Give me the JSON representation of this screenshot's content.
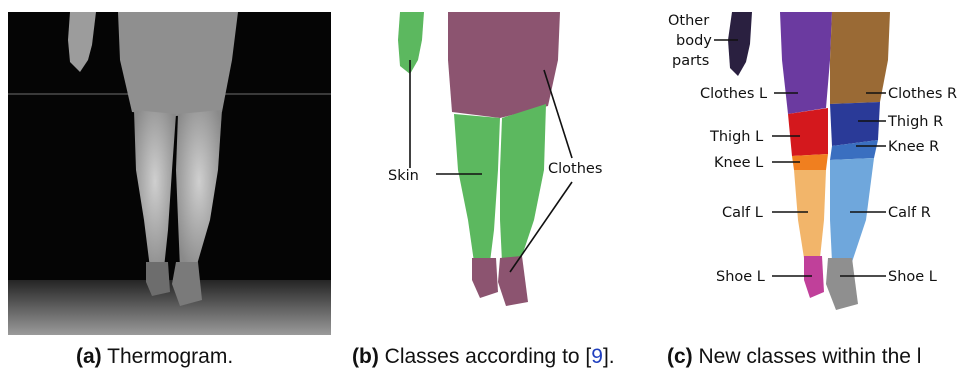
{
  "panel_b": {
    "skin": "Skin",
    "clothes": "Clothes"
  },
  "panel_c": {
    "other1": "Other",
    "other2": "body",
    "other3": "parts",
    "clothes_l": "Clothes L",
    "clothes_r": "Clothes R",
    "thigh_l": "Thigh L",
    "thigh_r": "Thigh R",
    "knee_l": "Knee L",
    "knee_r": "Knee R",
    "calf_l": "Calf L",
    "calf_r": "Calf R",
    "shoe_l_left": "Shoe L",
    "shoe_l_right": "Shoe L"
  },
  "captions": {
    "a_tag": "(a)",
    "a_text": " Thermogram.",
    "b_tag": "(b)",
    "b_text": " Classes according to [",
    "b_ref": "9",
    "b_end": "].",
    "c_tag": "(c)",
    "c_text": " New classes within the l"
  },
  "colors": {
    "skin": "#5cb85f",
    "clothes": "#8c5470",
    "other": "#2a2040",
    "clothes_l": "#6b3aa0",
    "clothes_r": "#9a6a35",
    "thigh_l": "#d4181d",
    "thigh_r": "#2a3a98",
    "knee_l": "#f07f1f",
    "knee_r": "#3a6fc0",
    "calf_l": "#f2b56a",
    "calf_r": "#6fa7dc",
    "shoe_l": "#c0409a",
    "shoe_r": "#8f8f8f"
  }
}
